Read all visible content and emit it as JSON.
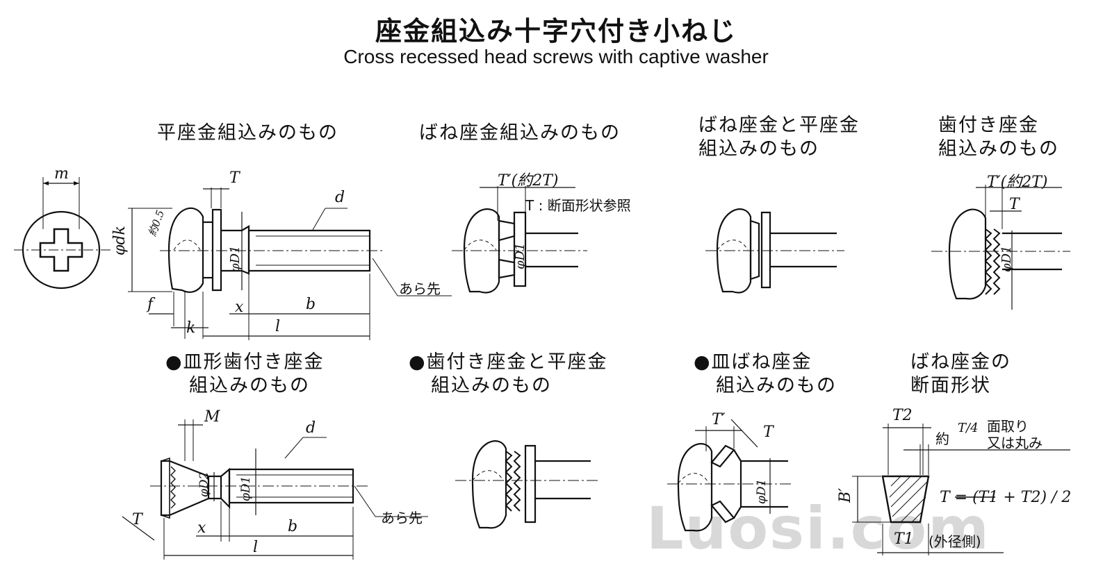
{
  "title_jp": "座金組込み十字穴付き小ねじ",
  "title_en": "Cross recessed head screws with captive washer",
  "captions": {
    "plain_washer": "平座金組込みのもの",
    "spring_washer": "ばね座金組込みのもの",
    "spring_plain_l1": "ばね座金と平座金",
    "spring_plain_l2": "組込みのもの",
    "toothed_l1": "歯付き座金",
    "toothed_l2": "組込みのもの",
    "dish_toothed_l1": "●皿形歯付き座金",
    "dish_toothed_l2": "組込みのもの",
    "toothed_plain_l1": "●歯付き座金と平座金",
    "toothed_plain_l2": "組込みのもの",
    "dish_spring_l1": "●皿ばね座金",
    "dish_spring_l2": "組込みのもの",
    "section_l1": "ばね座金の",
    "section_l2": "断面形状"
  },
  "dims": {
    "m": "m",
    "T": "T",
    "d": "d",
    "dk": "φdk",
    "D1": "φD1",
    "D2": "φD2",
    "r": "約0.5",
    "f": "f",
    "k": "k",
    "x": "x",
    "b": "b",
    "l": "l",
    "M": "M",
    "T_prime_2T": "T′(約2T)",
    "T_prime": "T′",
    "T1": "T1",
    "T2": "T2",
    "B_prime": "B′"
  },
  "notes": {
    "rough_end": "あら先",
    "t_ref": "T : 断面形状参照",
    "chamfer_prefix": "約",
    "chamfer_frac": "T/4",
    "chamfer_l1": "面取り",
    "chamfer_l2": "又は丸み",
    "formula": "T = (T1 + T2) / 2",
    "outer_side": "(外径側)"
  },
  "watermark": "Luosi.com",
  "colors": {
    "ink": "#111111",
    "watermark": "#d8d8d8",
    "background": "#ffffff"
  }
}
